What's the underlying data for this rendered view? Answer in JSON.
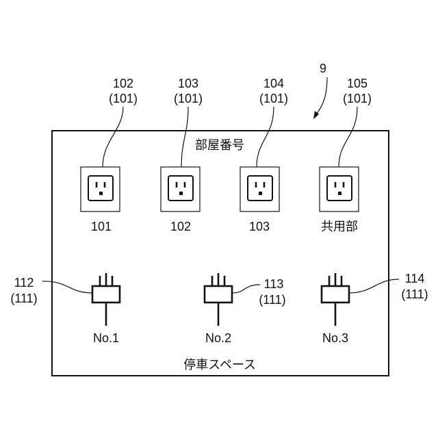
{
  "figure_ref": "9",
  "room_section": {
    "title": "部屋番号",
    "outlets": [
      {
        "ref": "102",
        "ref_parent": "(101)",
        "label": "101"
      },
      {
        "ref": "103",
        "ref_parent": "(101)",
        "label": "102"
      },
      {
        "ref": "104",
        "ref_parent": "(101)",
        "label": "103"
      },
      {
        "ref": "105",
        "ref_parent": "(101)",
        "label": "共用部"
      }
    ]
  },
  "parking_section": {
    "title": "停車スペース",
    "chargers": [
      {
        "ref": "112",
        "ref_parent": "(111)",
        "label": "No.1"
      },
      {
        "ref": "113",
        "ref_parent": "(111)",
        "label": "No.2"
      },
      {
        "ref": "114",
        "ref_parent": "(111)",
        "label": "No.3"
      }
    ]
  }
}
